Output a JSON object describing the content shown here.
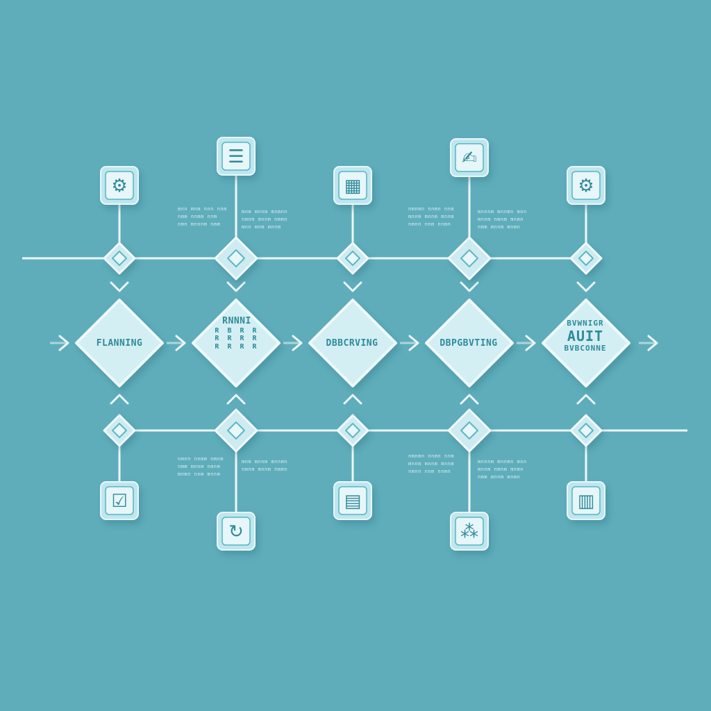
{
  "colors": {
    "background": "#5fadbb",
    "line": "#eef8fa",
    "node_fill": "#d3eff4",
    "node_stroke": "#eefafc",
    "text": "#2f8a99",
    "icon_tile": "#bfe6ee"
  },
  "nodes": [
    {
      "lines": [
        "FLANNING"
      ],
      "style": "main"
    },
    {
      "lines": [
        "RNNNI",
        "R  B  R  R",
        "R  R  R  R",
        "R  R  R  R"
      ],
      "style": "list"
    },
    {
      "lines": [
        "DBBCRVING"
      ],
      "style": "main"
    },
    {
      "lines": [
        "DBPGBVTING"
      ],
      "style": "main"
    },
    {
      "lines": [
        "BVWNIGR",
        "AUIT",
        "BVBCONNE"
      ],
      "style": "stack"
    }
  ],
  "icons_top": [
    {
      "name": "globe-gear-icon",
      "glyph": "⚙"
    },
    {
      "name": "document-search-icon",
      "glyph": "☰"
    },
    {
      "name": "chart-monitor-icon",
      "glyph": "▦"
    },
    {
      "name": "hand-pen-icon",
      "glyph": "✍"
    },
    {
      "name": "gear-icon",
      "glyph": "⚙"
    }
  ],
  "icons_bottom": [
    {
      "name": "checklist-icon",
      "glyph": "☑"
    },
    {
      "name": "refresh-icon",
      "glyph": "↻"
    },
    {
      "name": "document-grid-icon",
      "glyph": "▤"
    },
    {
      "name": "network-icon",
      "glyph": "⁂"
    },
    {
      "name": "report-icon",
      "glyph": "▥"
    }
  ],
  "captions_top": [
    {
      "text": "mnn mnm nnn nnm\nnmm nnmm nnm\nnmn mnnnm nmm"
    },
    {
      "text": "mnm mnnm mnmnn\nnmnm mnnm nmmn\nmnn mnm mnnm"
    },
    {
      "text": "nmnmn nnmn nnm\nmnnm mnnm mnnm\nnmnn nnm nnmn"
    },
    {
      "text": "mnnnm mnnmn mnn\nmnnm nmnm mnmn\nnmm mnnm mnmn"
    }
  ],
  "captions_bottom": [
    {
      "text": "nmnn nnmm nmnm\nnmm mnnm nmnm\nmnmn nnm mnnm"
    },
    {
      "text": "mnm mnnm mnnmn\nnmnm mnnm nmmn"
    },
    {
      "text": "nmnmn nnmn nnm\nmnnm mnnm mnnm\nnmnn nnm nnmn"
    },
    {
      "text": "mnnnm mnnmn mnn\nmnnm nmnm mnmn\nnmm mnnm mnmn"
    }
  ]
}
